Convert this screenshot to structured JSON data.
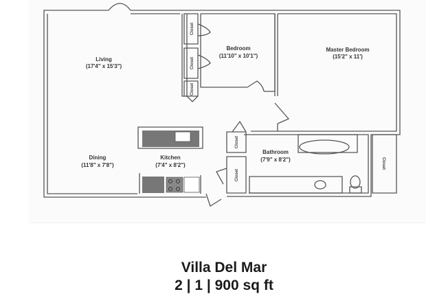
{
  "floorplan": {
    "rooms": {
      "living": {
        "name": "Living",
        "dims": "(17'4\" x 15'3\")"
      },
      "bedroom": {
        "name": "Bedroom",
        "dims": "(11'10\" x 10'1\")"
      },
      "master": {
        "name": "Master Bedroom",
        "dims": "(15'2\" x 11')"
      },
      "dining": {
        "name": "Dining",
        "dims": "(11'8\" x 7'8\")"
      },
      "kitchen": {
        "name": "Kitchen",
        "dims": "(7'4\" x 8'2\")"
      },
      "bathroom": {
        "name": "Bathroom",
        "dims": "(7'9\" x 8'2\")"
      }
    },
    "closet_label": "Closet"
  },
  "property": {
    "name": "Villa Del Mar",
    "details": "2 | 1 | 900 sq ft"
  }
}
